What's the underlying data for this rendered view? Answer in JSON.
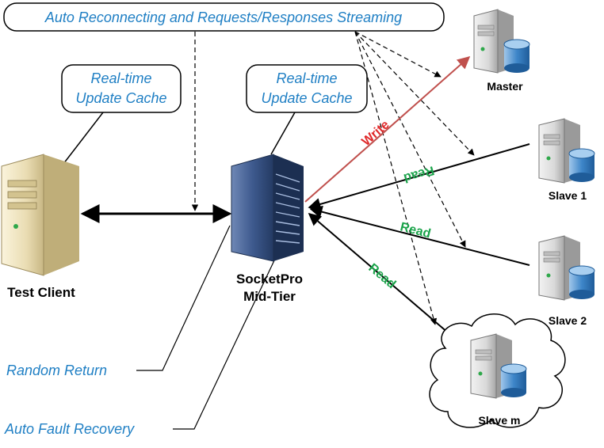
{
  "callouts": {
    "top_banner": "Auto Reconnecting and Requests/Responses Streaming",
    "cache_left_line1": "Real-time",
    "cache_left_line2": "Update Cache",
    "cache_mid_line1": "Real-time",
    "cache_mid_line2": "Update Cache",
    "random_return": "Random Return",
    "auto_fault_recovery": "Auto Fault Recovery"
  },
  "nodes": {
    "test_client": "Test Client",
    "midtier_line1": "SocketPro",
    "midtier_line2": "Mid-Tier",
    "master": "Master",
    "slave1": "Slave 1",
    "slave2": "Slave 2",
    "slavem": "Slave m"
  },
  "edges": {
    "write": "Write",
    "read1": "Read",
    "read2": "Read",
    "read3": "Read"
  },
  "colors": {
    "callout_text": "#1f7fc4",
    "write": "#e0292a",
    "write_line": "#c0504d",
    "read": "#1aa34a"
  }
}
